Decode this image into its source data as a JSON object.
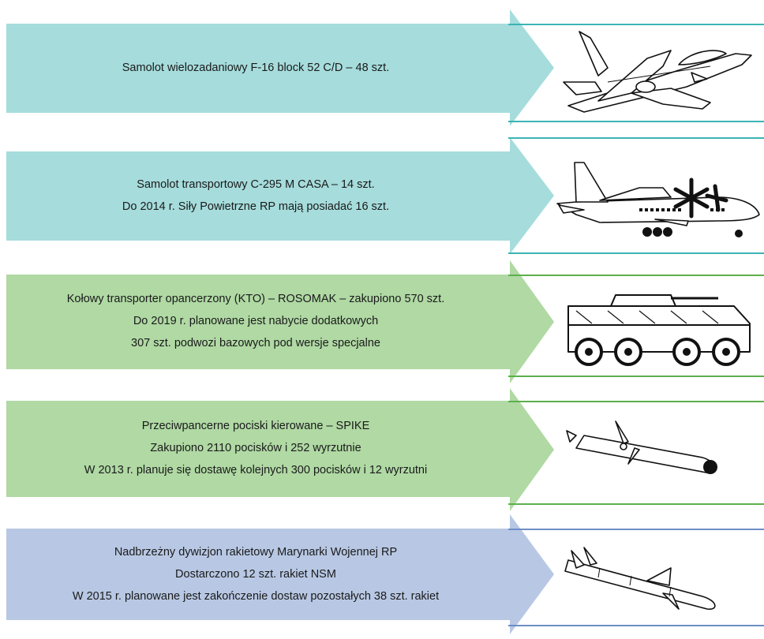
{
  "rows": [
    {
      "lines": [
        "Samolot wielozadaniowy F-16 block 52 C/D – 48 szt."
      ],
      "color": "#a6dcdc",
      "rule_color": "#3cb4b4",
      "icon": "fighter-jet-icon"
    },
    {
      "lines": [
        "Samolot transportowy C-295 M CASA – 14 szt.",
        "Do 2014 r. Siły Powietrzne RP mają posiadać 16 szt."
      ],
      "color": "#a6dcdc",
      "rule_color": "#3cb4b4",
      "icon": "transport-plane-icon"
    },
    {
      "lines": [
        "Kołowy transporter opancerzony (KTO) – ROSOMAK – zakupiono 570 szt.",
        "Do 2019 r. planowane jest nabycie dodatkowych",
        "307 szt. podwozi bazowych pod wersje specjalne"
      ],
      "color": "#b0d9a4",
      "rule_color": "#5cb04c",
      "icon": "armored-vehicle-icon"
    },
    {
      "lines": [
        "Przeciwpancerne pociski kierowane – SPIKE",
        "Zakupiono 2110 pocisków i 252 wyrzutnie",
        "W 2013 r. planuje się dostawę kolejnych 300 pocisków i 12 wyrzutni"
      ],
      "color": "#b0d9a4",
      "rule_color": "#5cb04c",
      "icon": "guided-missile-icon"
    },
    {
      "lines": [
        "Nadbrzeżny dywizjon rakietowy Marynarki Wojennej RP",
        "Dostarczono 12 szt. rakiet NSM",
        "W 2015 r. planowane jest zakończenie dostaw pozostałych 38 szt. rakiet"
      ],
      "color": "#b8c8e4",
      "rule_color": "#6e8ec6",
      "icon": "cruise-missile-icon"
    }
  ]
}
